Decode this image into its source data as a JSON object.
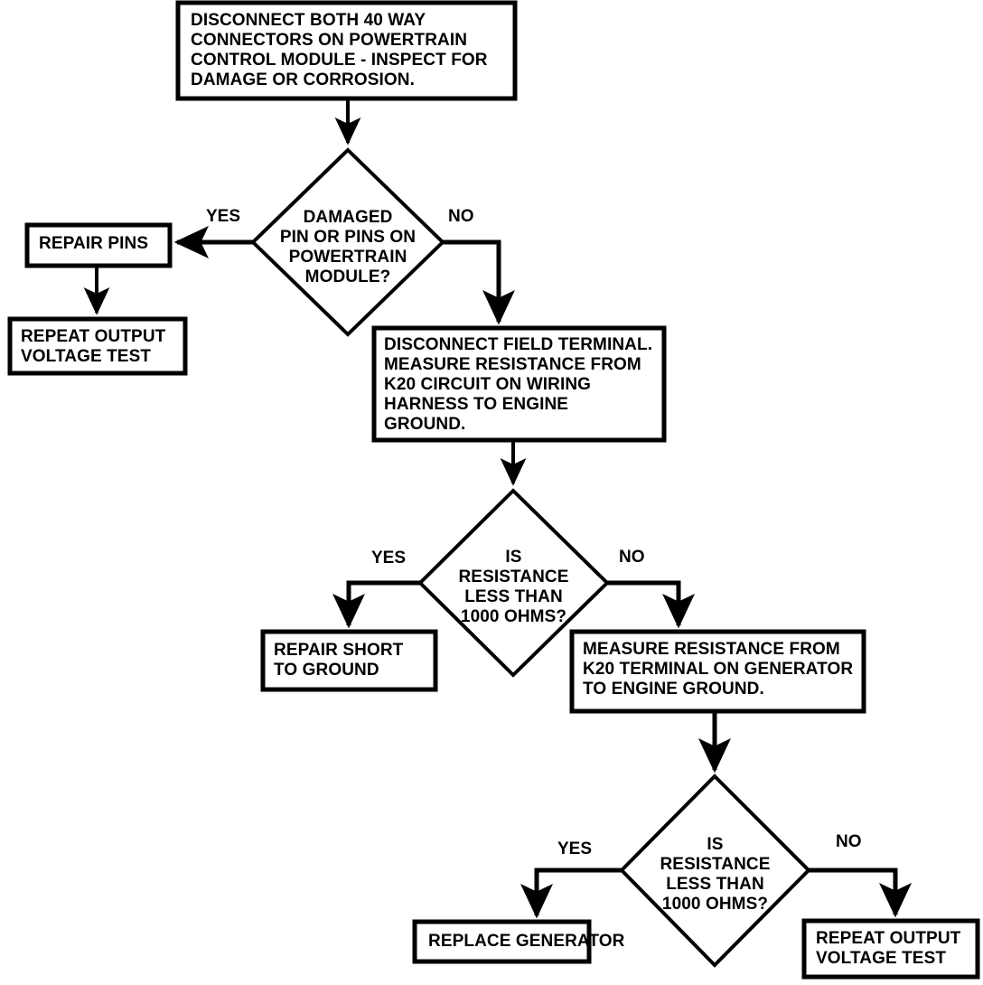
{
  "diagram": {
    "title": "Generator Field Circuit Diagnostic Flowchart",
    "type": "flowchart",
    "stroke_color": "#000000",
    "fill_color": "#ffffff",
    "background_color": "#ffffff",
    "nodes": [
      {
        "id": "n1",
        "shape": "process",
        "text": "DISCONNECT BOTH 40 WAY\nCONNECTORS ON POWERTRAIN\nCONTROL MODULE - INSPECT FOR\nDAMAGE OR CORROSION."
      },
      {
        "id": "d1",
        "shape": "decision",
        "text": "DAMAGED\nPIN OR PINS ON\nPOWERTRAIN\nMODULE?"
      },
      {
        "id": "n2",
        "shape": "process",
        "text": "REPAIR PINS"
      },
      {
        "id": "n3",
        "shape": "process",
        "text": "REPEAT OUTPUT\nVOLTAGE TEST"
      },
      {
        "id": "n4",
        "shape": "process",
        "text": "DISCONNECT FIELD TERMINAL.\nMEASURE RESISTANCE FROM\nK20 CIRCUIT ON WIRING\nHARNESS TO ENGINE\nGROUND."
      },
      {
        "id": "d2",
        "shape": "decision",
        "text": "IS\nRESISTANCE\nLESS THAN\n1000 OHMS?"
      },
      {
        "id": "n5",
        "shape": "process",
        "text": "REPAIR SHORT\nTO GROUND"
      },
      {
        "id": "n6",
        "shape": "process",
        "text": "MEASURE RESISTANCE FROM\nK20 TERMINAL ON GENERATOR\nTO ENGINE GROUND."
      },
      {
        "id": "d3",
        "shape": "decision",
        "text": "IS\nRESISTANCE\nLESS THAN\n1000 OHMS?"
      },
      {
        "id": "n7",
        "shape": "process",
        "text": "REPLACE GENERATOR"
      },
      {
        "id": "n8",
        "shape": "process",
        "text": "REPEAT OUTPUT\nVOLTAGE TEST"
      }
    ],
    "edge_labels": {
      "d1_yes": "YES",
      "d1_no": "NO",
      "d2_yes": "YES",
      "d2_no": "NO",
      "d3_yes": "YES",
      "d3_no": "NO"
    }
  }
}
